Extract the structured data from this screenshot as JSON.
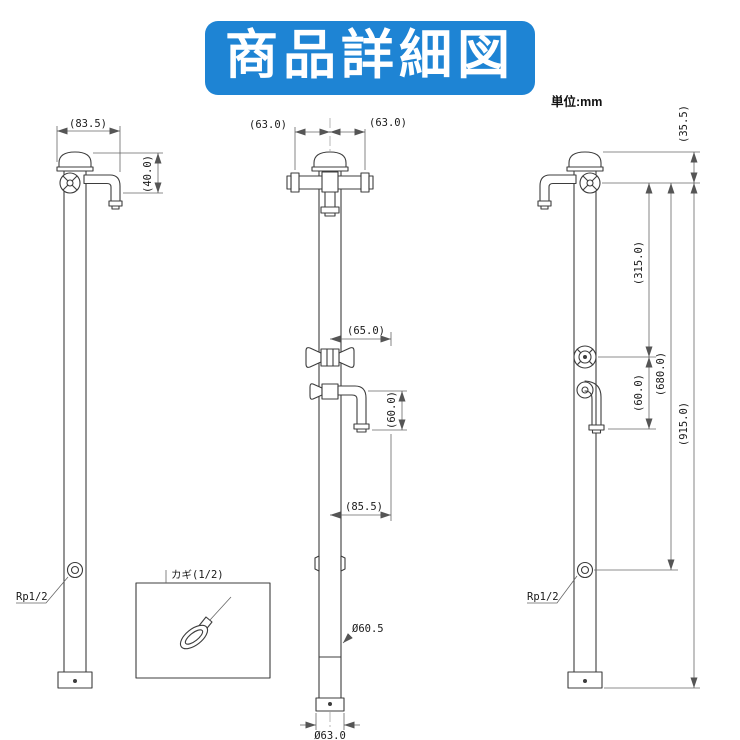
{
  "header": {
    "title": "商品詳細図",
    "unit": "単位:mm"
  },
  "views": {
    "left": {
      "dim_depth": "(83.5)",
      "dim_spout_height": "(40.0)",
      "inlet_label": "Rp1/2"
    },
    "front": {
      "dim_top_left": "(63.0)",
      "dim_top_right": "(63.0)",
      "dim_mid_offset": "(65.0)",
      "dim_spout_drop": "(60.0)",
      "dim_lower_offset": "(85.5)",
      "pipe_diameter": "Ø60.5",
      "base_diameter": "Ø63.0"
    },
    "right": {
      "dim_cap_offset": "(35.5)",
      "dim_upper_span": "(315.0)",
      "dim_spout_drop": "(60.0)",
      "dim_inlet_span": "(680.0)",
      "dim_total_height": "(915.0)",
      "inlet_label": "Rp1/2"
    }
  },
  "key_detail": {
    "label": "カギ(1/2)"
  },
  "colors": {
    "banner_background": "#1e84d4",
    "banner_text": "#ffffff",
    "line_color": "#3d3d3d"
  }
}
